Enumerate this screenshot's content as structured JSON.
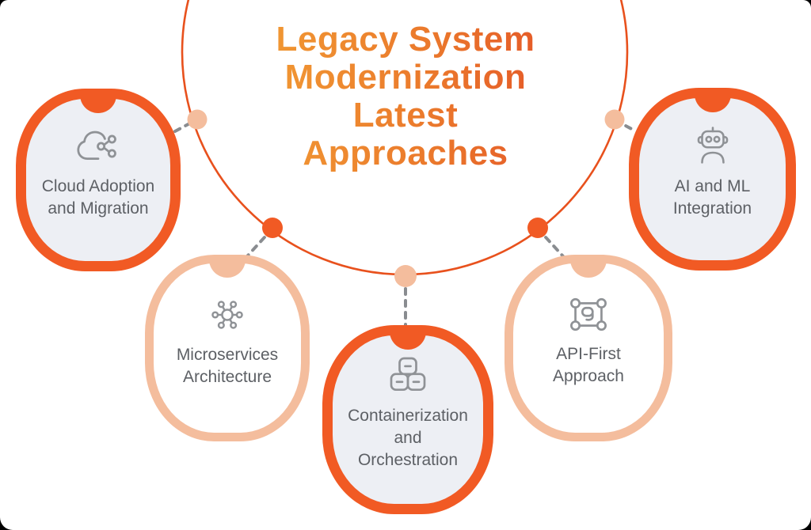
{
  "title": {
    "lines": [
      "Legacy System",
      "Modernization",
      "Latest",
      "Approaches"
    ],
    "gradient_start": "#F3A336",
    "gradient_end": "#E24B26"
  },
  "colors": {
    "accent_orange": "#F15A24",
    "soft_peach": "#F4BD9D",
    "circle_stroke": "#E8511D",
    "node_fill_strong": "#EDEFF4",
    "node_fill_soft": "#FFFFFF",
    "label_gray": "#5D6065",
    "icon_gray": "#8F9296",
    "dash_gray": "#898C90",
    "page_background": "#FFFFFF",
    "corner_marks": "#000000"
  },
  "nodes": [
    {
      "id": "cloud-adoption",
      "icon": "cloud-share-icon",
      "emphasis": "strong",
      "label": "Cloud Adoption and Migration",
      "lines": [
        "Cloud Adoption",
        "and Migration"
      ]
    },
    {
      "id": "microservices",
      "icon": "hub-network-icon",
      "emphasis": "soft",
      "label": "Microservices Architecture",
      "lines": [
        "Microservices",
        "Architecture"
      ]
    },
    {
      "id": "containerization",
      "icon": "containers-icon",
      "emphasis": "strong",
      "label": "Containerization and Orchestration",
      "lines": [
        "Containerization",
        "and",
        "Orchestration"
      ]
    },
    {
      "id": "api-first",
      "icon": "api-object-icon",
      "emphasis": "soft",
      "label": "API-First Approach",
      "lines": [
        "API-First",
        "Approach"
      ]
    },
    {
      "id": "ai-ml",
      "icon": "robot-icon",
      "emphasis": "strong",
      "label": "AI and ML Integration",
      "lines": [
        "AI and ML",
        "Integration"
      ]
    }
  ]
}
